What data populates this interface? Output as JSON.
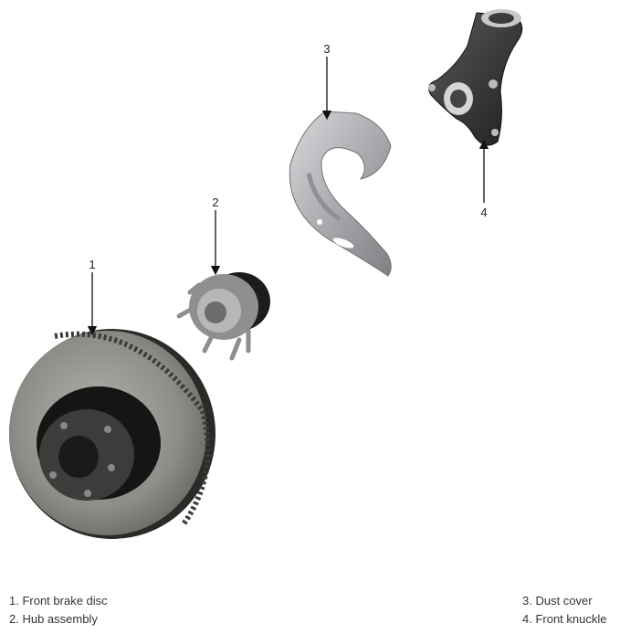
{
  "callouts": [
    "1",
    "2",
    "3",
    "4"
  ],
  "legend": {
    "left": [
      "1. Front brake disc",
      "2. Hub assembly"
    ],
    "right": [
      "3. Dust cover",
      "4. Front knuckle"
    ]
  }
}
